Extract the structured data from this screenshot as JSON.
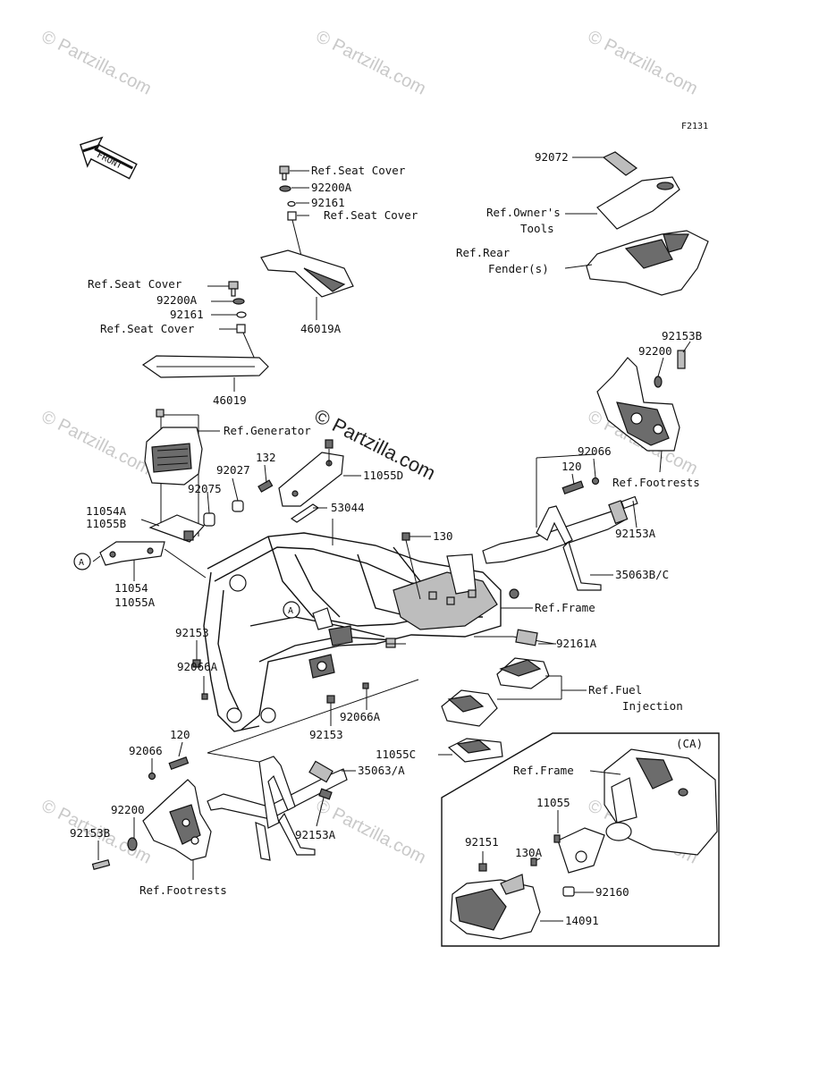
{
  "figure_code": "F2131",
  "front_arrow": "FRONT",
  "watermark": {
    "text": "© Partzilla.com",
    "center_text": "© Partzilla.com"
  },
  "inset_label": "(CA)",
  "callout_marker": "A",
  "labels": {
    "ref_seat_cover_1": "Ref.Seat Cover",
    "p92200A_1": "92200A",
    "p92161_1": "92161",
    "ref_seat_cover_2": "Ref.Seat Cover",
    "p46019A": "46019A",
    "ref_seat_cover_3": "Ref.Seat Cover",
    "p92200A_2": "92200A",
    "p92161_2": "92161",
    "ref_seat_cover_4": "Ref.Seat Cover",
    "p46019": "46019",
    "p92072": "92072",
    "ref_owners_tools_1": "Ref.Owner's",
    "ref_owners_tools_2": "Tools",
    "ref_rear_fender_1": "Ref.Rear",
    "ref_rear_fender_2": "Fender(s)",
    "p92153B_r": "92153B",
    "p92200_r": "92200",
    "ref_generator": "Ref.Generator",
    "p132": "132",
    "p92027": "92027",
    "p92075": "92075",
    "p11054A": "11054A",
    "p11055B": "11055B",
    "p11055D": "11055D",
    "p53044": "53044",
    "p92066_r": "92066",
    "p120_r": "120",
    "ref_footrests_r": "Ref.Footrests",
    "p92153A_r": "92153A",
    "p11054": "11054",
    "p11055A": "11055A",
    "p130": "130",
    "p35063BC": "35063B/C",
    "ref_frame_main": "Ref.Frame",
    "p92153": "92153",
    "p92161A": "92161A",
    "ref_fuel_1": "Ref.Fuel",
    "ref_fuel_2": "Injection",
    "p92066A_l": "92066A",
    "p92066A_c": "92066A",
    "p92153_c": "92153",
    "p120_l": "120",
    "p92066_l": "92066",
    "p11055C": "11055C",
    "p35063A": "35063/A",
    "p92200_l": "92200",
    "p92153B_l": "92153B",
    "p92153A_l": "92153A",
    "ref_footrests_l": "Ref.Footrests",
    "ref_frame_inset": "Ref.Frame",
    "p11055": "11055",
    "p92151": "92151",
    "p130A": "130A",
    "p92160": "92160",
    "p14091": "14091"
  }
}
